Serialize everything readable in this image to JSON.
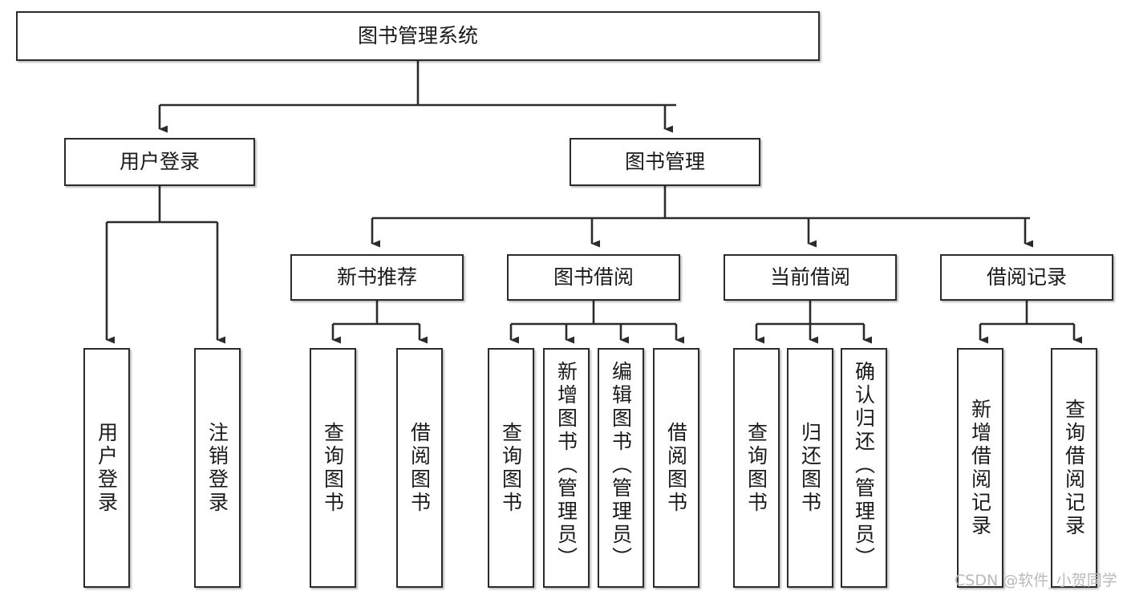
{
  "diagram": {
    "type": "hierarchy-tree",
    "title": "图书管理系统",
    "root": {
      "label": "图书管理系统"
    },
    "level2": [
      {
        "label": "用户登录"
      },
      {
        "label": "图书管理"
      }
    ],
    "level3": [
      {
        "label": "新书推荐"
      },
      {
        "label": "图书借阅"
      },
      {
        "label": "当前借阅"
      },
      {
        "label": "借阅记录"
      }
    ],
    "leaves": {
      "user_login": [
        {
          "label": "用户登录"
        },
        {
          "label": "注销登录"
        }
      ],
      "new_book_recommend": [
        {
          "label": "查询图书"
        },
        {
          "label": "借阅图书"
        }
      ],
      "book_borrow": [
        {
          "label": "查询图书"
        },
        {
          "label": "新增图书（管理员）"
        },
        {
          "label": "编辑图书（管理员）"
        },
        {
          "label": "借阅图书"
        }
      ],
      "current_borrow": [
        {
          "label": "查询图书"
        },
        {
          "label": "归还图书"
        },
        {
          "label": "确认归还（管理员）"
        }
      ],
      "borrow_record": [
        {
          "label": "新增借阅记录"
        },
        {
          "label": "查询借阅记录"
        }
      ]
    },
    "colors": {
      "stroke": "#2b2b2b",
      "fill": "#ffffff",
      "text": "#1a1a1a",
      "watermark": "#b9b9b9"
    }
  },
  "watermark": {
    "text": "CSDN @软件_小贺同学"
  }
}
